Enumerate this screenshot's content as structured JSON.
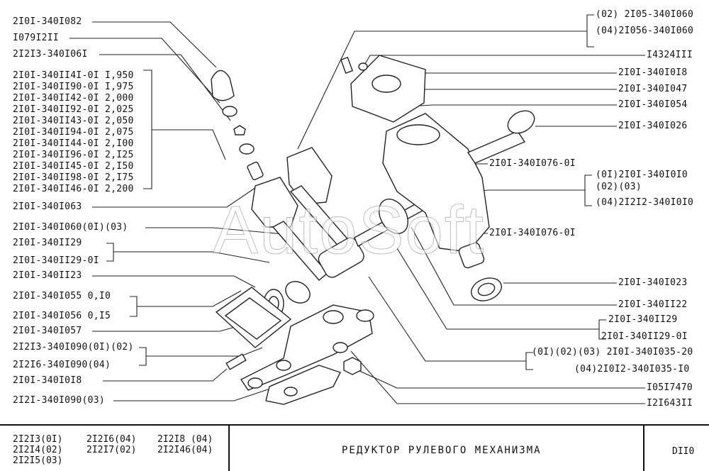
{
  "watermark": "AutoSoft",
  "left_labels": [
    "2I0I-340I082",
    "I079I2II",
    "2I2I3-340I06I",
    "2I0I-340II4I-0I I,950",
    "2I0I-340II90-0I I,975",
    "2I0I-340II42-0I 2,000",
    "2I0I-340II92-0I 2,025",
    "2I0I-340II43-0I 2,050",
    "2I0I-340II94-0I 2,075",
    "2I0I-340II44-0I 2,I00",
    "2I0I-340II96-0I 2,I25",
    "2I0I-340II45-0I 2,I50",
    "2I0I-340II98-0I 2,I75",
    "2I0I-340II46-0I 2,200",
    "2I0I-340I063",
    "2I0I-340I060(0I)(03)",
    "2I0I-340II29",
    "2I0I-340II29-0I",
    "2I0I-340II23",
    "2I0I-340I055 0,I0",
    "2I0I-340I056 0,I5",
    "2I0I-340I057",
    "2I2I3-340I090(0I)(02)",
    "2I2I6-340I090(04)",
    "2I0I-340I0I8",
    "2I2I-340I090(03)"
  ],
  "right_labels": [
    "(02) 2I05-340I060",
    "(04)2I056-340I060",
    "I4324III",
    "2I0I-340I0I8",
    "2I0I-340I047",
    "2I0I-340I054",
    "2I0I-340I026",
    "2I0I-340I076-0I",
    "(0I)2I0I-340I0I0",
    "(02)(03)",
    "(04)2I2I2-340I0I0",
    "2I0I-340I076-0I",
    "2I0I-340I023",
    "2I0I-340II22",
    "2I0I-340II29",
    "2I0I-340II29-0I",
    "(0I)(02)(03) 2I0I-340I035-20",
    "(04)2I0I2-340I035-I0",
    "I05I7470",
    "I2I643II"
  ],
  "title_block": {
    "models_col1": [
      "2I2I3(0I)",
      "2I2I4(02)",
      "2I2I5(03)"
    ],
    "models_col2": [
      "2I2I6(04)",
      "2I2I7(02)"
    ],
    "models_col3": [
      "2I2I8 (04)",
      "2I2I46(04)"
    ],
    "title": "РЕДУКТОР РУЛЕВОГО МЕХАНИЗМА",
    "code": "DII0"
  }
}
